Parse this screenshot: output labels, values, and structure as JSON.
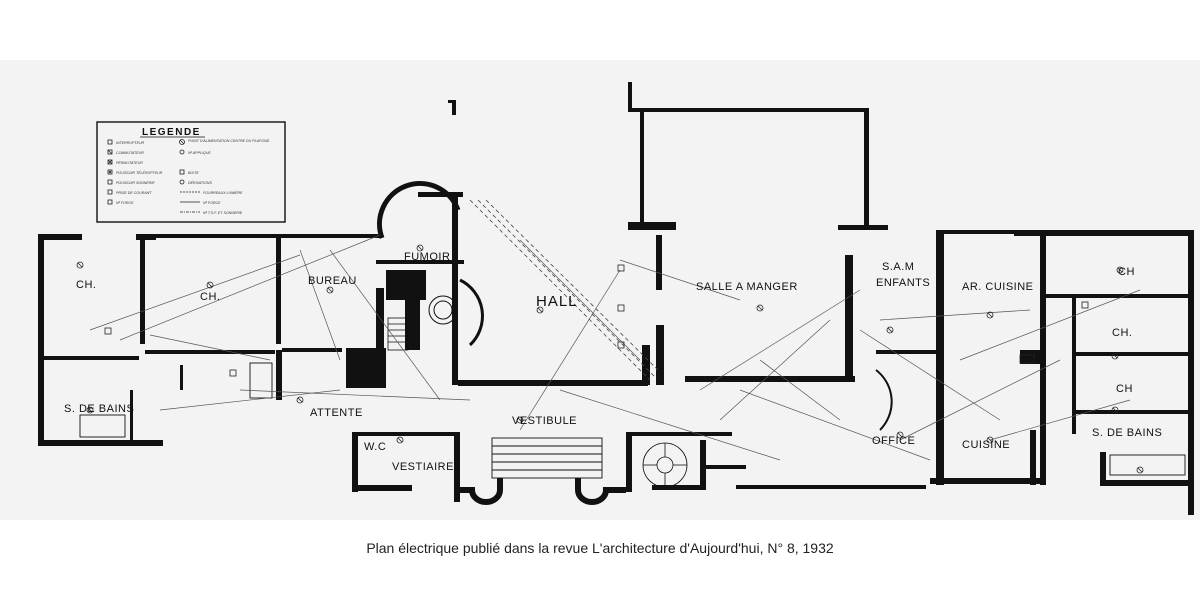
{
  "caption": "Plan électrique publié dans la revue L'architecture d'Aujourd'hui, N° 8, 1932",
  "legend": {
    "title": "LEGENDE",
    "items": [
      "INTERRUPTEUR",
      "COMMUTATEUR",
      "PERMUTATEUR",
      "POUSSOIR TÉLÉRUPTEUR",
      "POUSSOIR SONNERIE",
      "PRISE DE COURANT",
      "Nº FORCE",
      "POINT D'ALIMENTATION CENTRE DU PLAFOND",
      "Nº APPLIQUE",
      "BOITE",
      "DÉRIVATIONS",
      "FOURREAUX LUMIÈRE",
      "Nº FORCE",
      "Nº T.S.F. ET SONNERIE"
    ]
  },
  "rooms": {
    "ch_left1": "CH.",
    "ch_left2": "CH.",
    "bureau": "BUREAU",
    "fumoir": "FUMOIR",
    "hall": "HALL",
    "salle_a_manger": "SALLE A MANGER",
    "sam_enfants_1": "S.A.M",
    "sam_enfants_2": "ENFANTS",
    "ar_cuisine": "AR. CUISINE",
    "ch_right1": "CH",
    "ch_right2": "CH.",
    "ch_right3": "CH",
    "s_de_bains_left": "S. DE BAINS",
    "attente": "ATTENTE",
    "vestibule": "VESTIBULE",
    "wc": "W.C",
    "vestiaire": "VESTIAIRE",
    "office": "OFFICE",
    "cuisine": "CUISINE",
    "s_de_bains_right": "S. DE BAINS"
  }
}
